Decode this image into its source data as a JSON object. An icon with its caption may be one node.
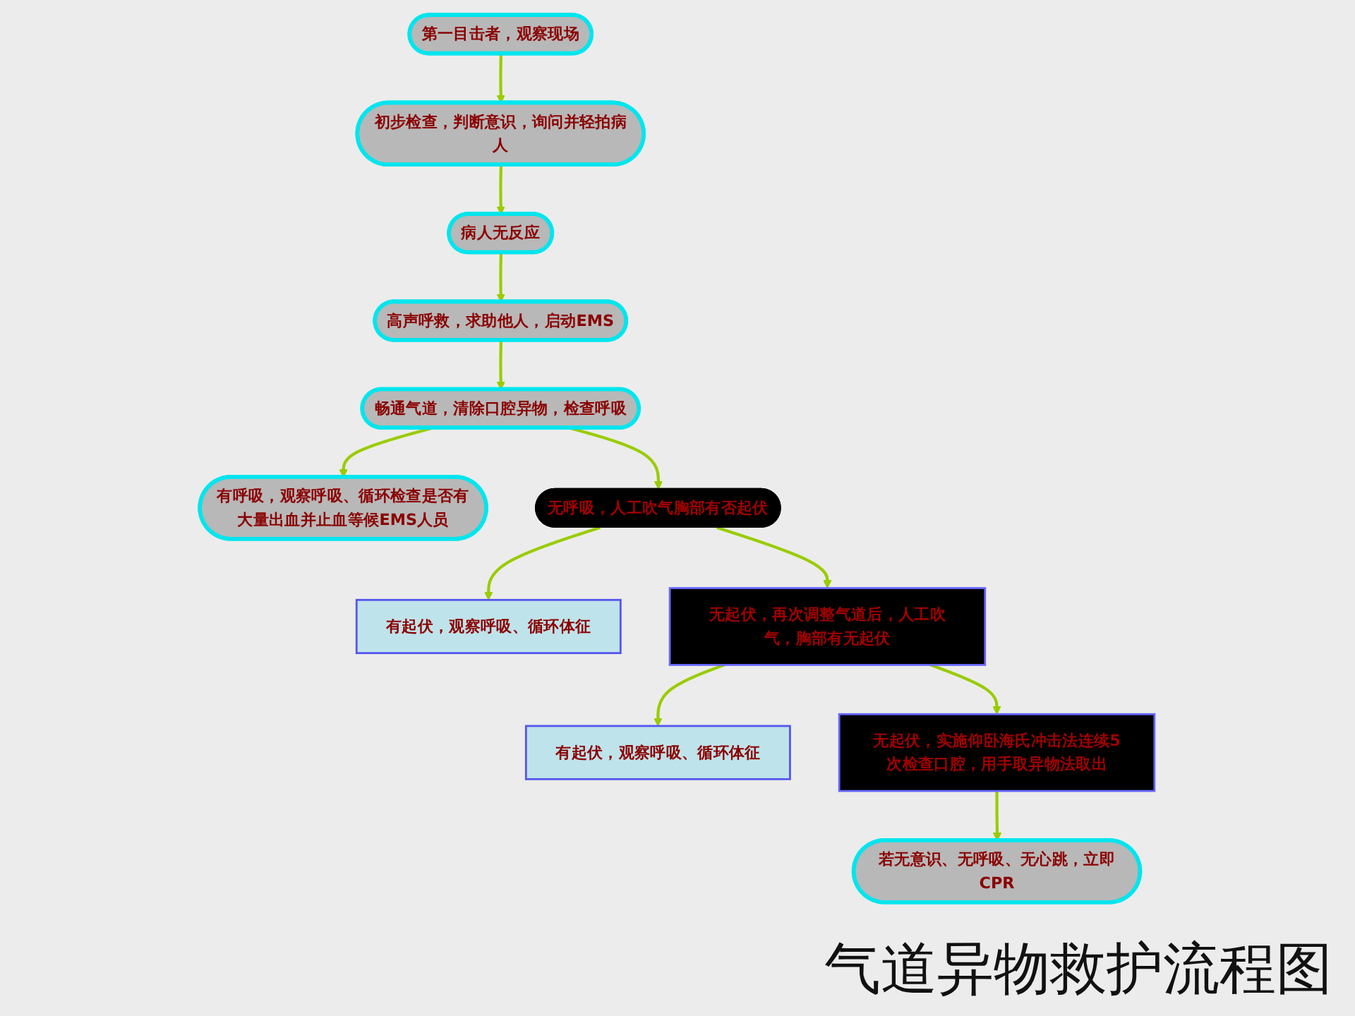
{
  "diagram": {
    "title": "气道异物救护流程图",
    "nodes": [
      {
        "text": [
          "第一目击者，观察现场"
        ]
      },
      {
        "text": [
          "初步检查，判断意识，询问并轻拍病人"
        ]
      },
      {
        "text": [
          "病人无反应"
        ]
      },
      {
        "text": [
          "高声呼救，求助他人，启动EMS"
        ]
      },
      {
        "text": [
          "畅通气道，清除口腔异物，检查呼吸"
        ]
      },
      {
        "text": [
          "有呼吸，观察呼吸、循环检查是否有大量出血并止血等候EMS人员"
        ]
      },
      {
        "text": [
          "无呼吸，人工吹气胸部有否起伏"
        ]
      },
      {
        "text": [
          "有起伏，观察呼吸、循环体征"
        ]
      },
      {
        "text": [
          "无起伏，再次调整气道后，人工吹气，胸部有无起伏"
        ]
      },
      {
        "text": [
          "有起伏，观察呼吸、循环体征"
        ]
      },
      {
        "text": [
          "无起伏，实施仰卧海氏冲击法连续5次检查口腔，用手取异物法取出"
        ]
      },
      {
        "text": [
          "若无意识、无呼吸、无心跳，立即CPR"
        ]
      }
    ],
    "edges": [
      {
        "from": 0,
        "to": 1,
        "arrow": "to"
      },
      {
        "from": 1,
        "to": 2,
        "arrow": "to"
      },
      {
        "from": 2,
        "to": 3,
        "arrow": "to"
      },
      {
        "from": 3,
        "to": 4,
        "arrow": "to"
      },
      {
        "from": 4,
        "to": 5,
        "arrow": "to"
      },
      {
        "from": 4,
        "to": 6,
        "arrow": "to"
      },
      {
        "from": 6,
        "to": 7,
        "arrow": "to"
      },
      {
        "from": 6,
        "to": 8,
        "arrow": "to"
      },
      {
        "from": 8,
        "to": 9,
        "arrow": "to"
      },
      {
        "from": 8,
        "to": 10,
        "arrow": "to"
      },
      {
        "from": 10,
        "to": 11,
        "arrow": "to"
      }
    ]
  }
}
